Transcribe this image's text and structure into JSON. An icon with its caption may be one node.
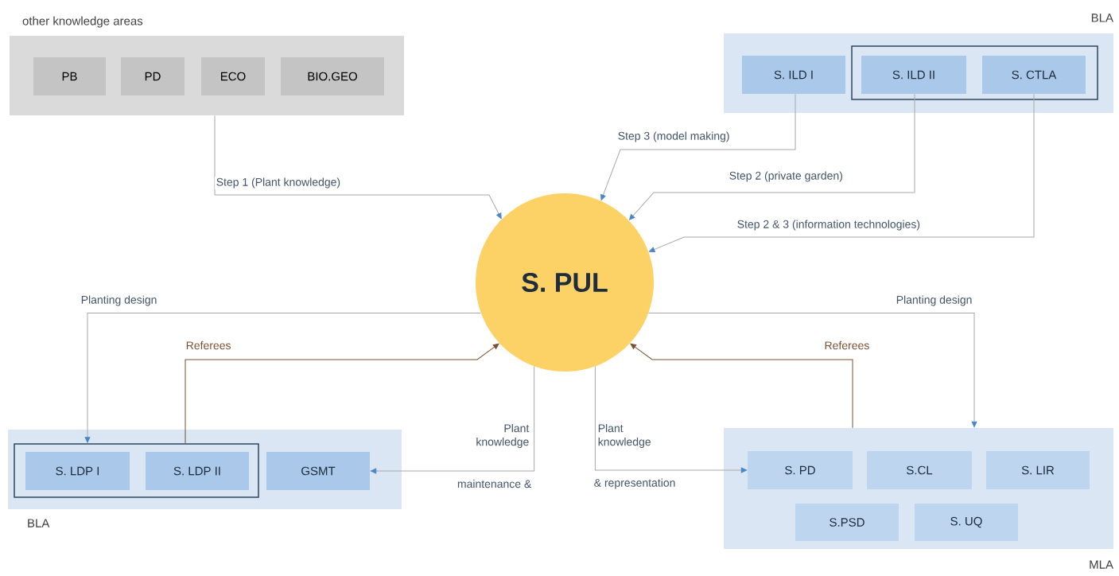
{
  "diagram": {
    "nodes": [
      {
        "text": [
          "other knowledge areas"
        ]
      },
      {
        "text": [
          "PB"
        ],
        "in": 0
      },
      {
        "text": [
          "PD"
        ],
        "in": 0
      },
      {
        "text": [
          "ECO"
        ],
        "in": 0
      },
      {
        "text": [
          "BIO.GEO"
        ],
        "in": 0
      },
      {
        "text": [
          "BLA"
        ]
      },
      {
        "text": [
          "S. ILD I"
        ],
        "in": 5
      },
      {
        "text": [],
        "shape": "box",
        "in": 5
      },
      {
        "text": [
          "S. ILD II"
        ],
        "in": 7
      },
      {
        "text": [
          "S. CTLA"
        ],
        "in": 7
      },
      {
        "text": [
          "S. PUL"
        ]
      },
      {
        "text": [
          "BLA"
        ]
      },
      {
        "text": [],
        "shape": "box",
        "in": 11
      },
      {
        "text": [
          "S. LDP I"
        ],
        "in": 12
      },
      {
        "text": [
          "S. LDP II"
        ],
        "in": 12
      },
      {
        "text": [
          "GSMT"
        ],
        "in": 11
      },
      {
        "text": [
          "MLA"
        ]
      },
      {
        "text": [
          "S. PD"
        ],
        "in": 16
      },
      {
        "text": [
          "S.CL"
        ],
        "in": 16
      },
      {
        "text": [
          "S. LIR"
        ],
        "in": 16
      },
      {
        "text": [
          "S.PSD"
        ],
        "in": 16
      },
      {
        "text": [
          "S. UQ"
        ],
        "in": 16
      }
    ],
    "edges": [
      {
        "from": 0,
        "to": 10,
        "arrow": "to",
        "label": "Step 1 (Plant knowledge)"
      },
      {
        "from": 6,
        "to": 10,
        "arrow": "to",
        "label": "Step 3 (model making)"
      },
      {
        "from": 8,
        "to": 10,
        "arrow": "to",
        "label": "Step 2 (private garden)"
      },
      {
        "from": 9,
        "to": 10,
        "arrow": "to",
        "label": "Step 2 & 3 (information technologies)"
      },
      {
        "from": 10,
        "to": 12,
        "arrow": "to",
        "label": "Planting design"
      },
      {
        "from": 12,
        "to": 10,
        "arrow": "to",
        "label": "Referees",
        "color": "#7a5232"
      },
      {
        "from": 10,
        "to": 15,
        "arrow": "to",
        "label": "Plant knowledge"
      },
      {
        "from": 10,
        "to": 17,
        "arrow": "to",
        "label": "Plant knowledge"
      },
      {
        "from": 10,
        "to": 16,
        "arrow": "to",
        "label": "Planting design"
      },
      {
        "from": 16,
        "to": 10,
        "arrow": "to",
        "label": "Referees",
        "color": "#7a5232"
      }
    ],
    "labels": [
      "maintenance &",
      "& representation"
    ]
  }
}
